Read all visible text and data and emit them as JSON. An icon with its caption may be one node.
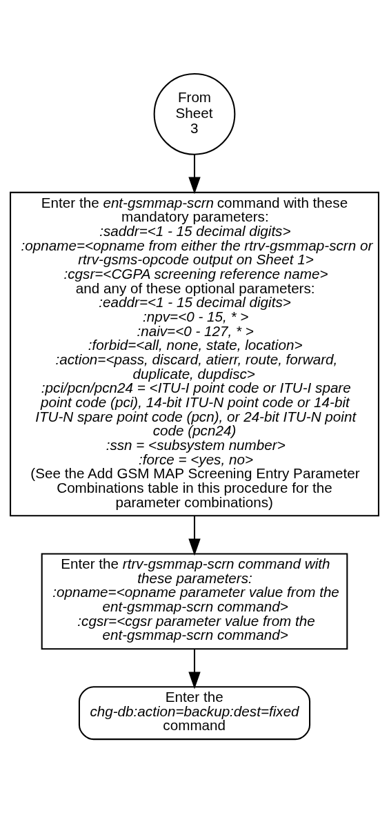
{
  "diagram": {
    "nodes": [
      {
        "text": [
          "From Sheet 3"
        ]
      },
      {
        "text": [
          "Enter the *ent-gsmmap-scrn* command with these mandatory parameters:",
          ":saddr=<1 - 15 decimal digits>",
          ":opname=<opname from either the rtrv-gsmmap-scrn or rtrv-gsms-opcode output on Sheet 1>",
          ":cgsr=<CGPA screening reference name>",
          "and any of these optional parameters:",
          ":eaddr=<1 - 15 decimal digits>",
          ":npv=<0 - 15, * >",
          ":naiv=<0 - 127, * >",
          ":forbid=<all, none, state, location>",
          ":action=<pass, discard, atierr, route, forward, duplicate, dupdisc>",
          ":pci/pcn/pcn24 = <ITU-I point code or ITU-I spare point code (pci), 14-bit ITU-N point code or 14-bit ITU-N spare point code (pcn), or 24-bit ITU-N point code (pcn24)",
          ":ssn = <subsystem number>",
          ":force = <yes, no>",
          "(See the Add GSM MAP Screening Entry Parameter Combinations table in this procedure for the parameter combinations)"
        ]
      },
      {
        "text": [
          "Enter the *rtrv-gsmmap-scrn command with these parameters:*",
          ":opname=<opname parameter value from the ent-gsmmap-scrn command>",
          ":cgsr=<cgsr parameter value from the ent-gsmmap-scrn command>"
        ]
      },
      {
        "text": [
          "Enter the",
          "chg-db:action=backup:dest=fixed",
          "command"
        ]
      }
    ],
    "edges": [
      {
        "from": 0,
        "to": 1,
        "arrow": "to"
      },
      {
        "from": 1,
        "to": 2,
        "arrow": "to"
      },
      {
        "from": 2,
        "to": 3,
        "arrow": "to"
      }
    ]
  }
}
